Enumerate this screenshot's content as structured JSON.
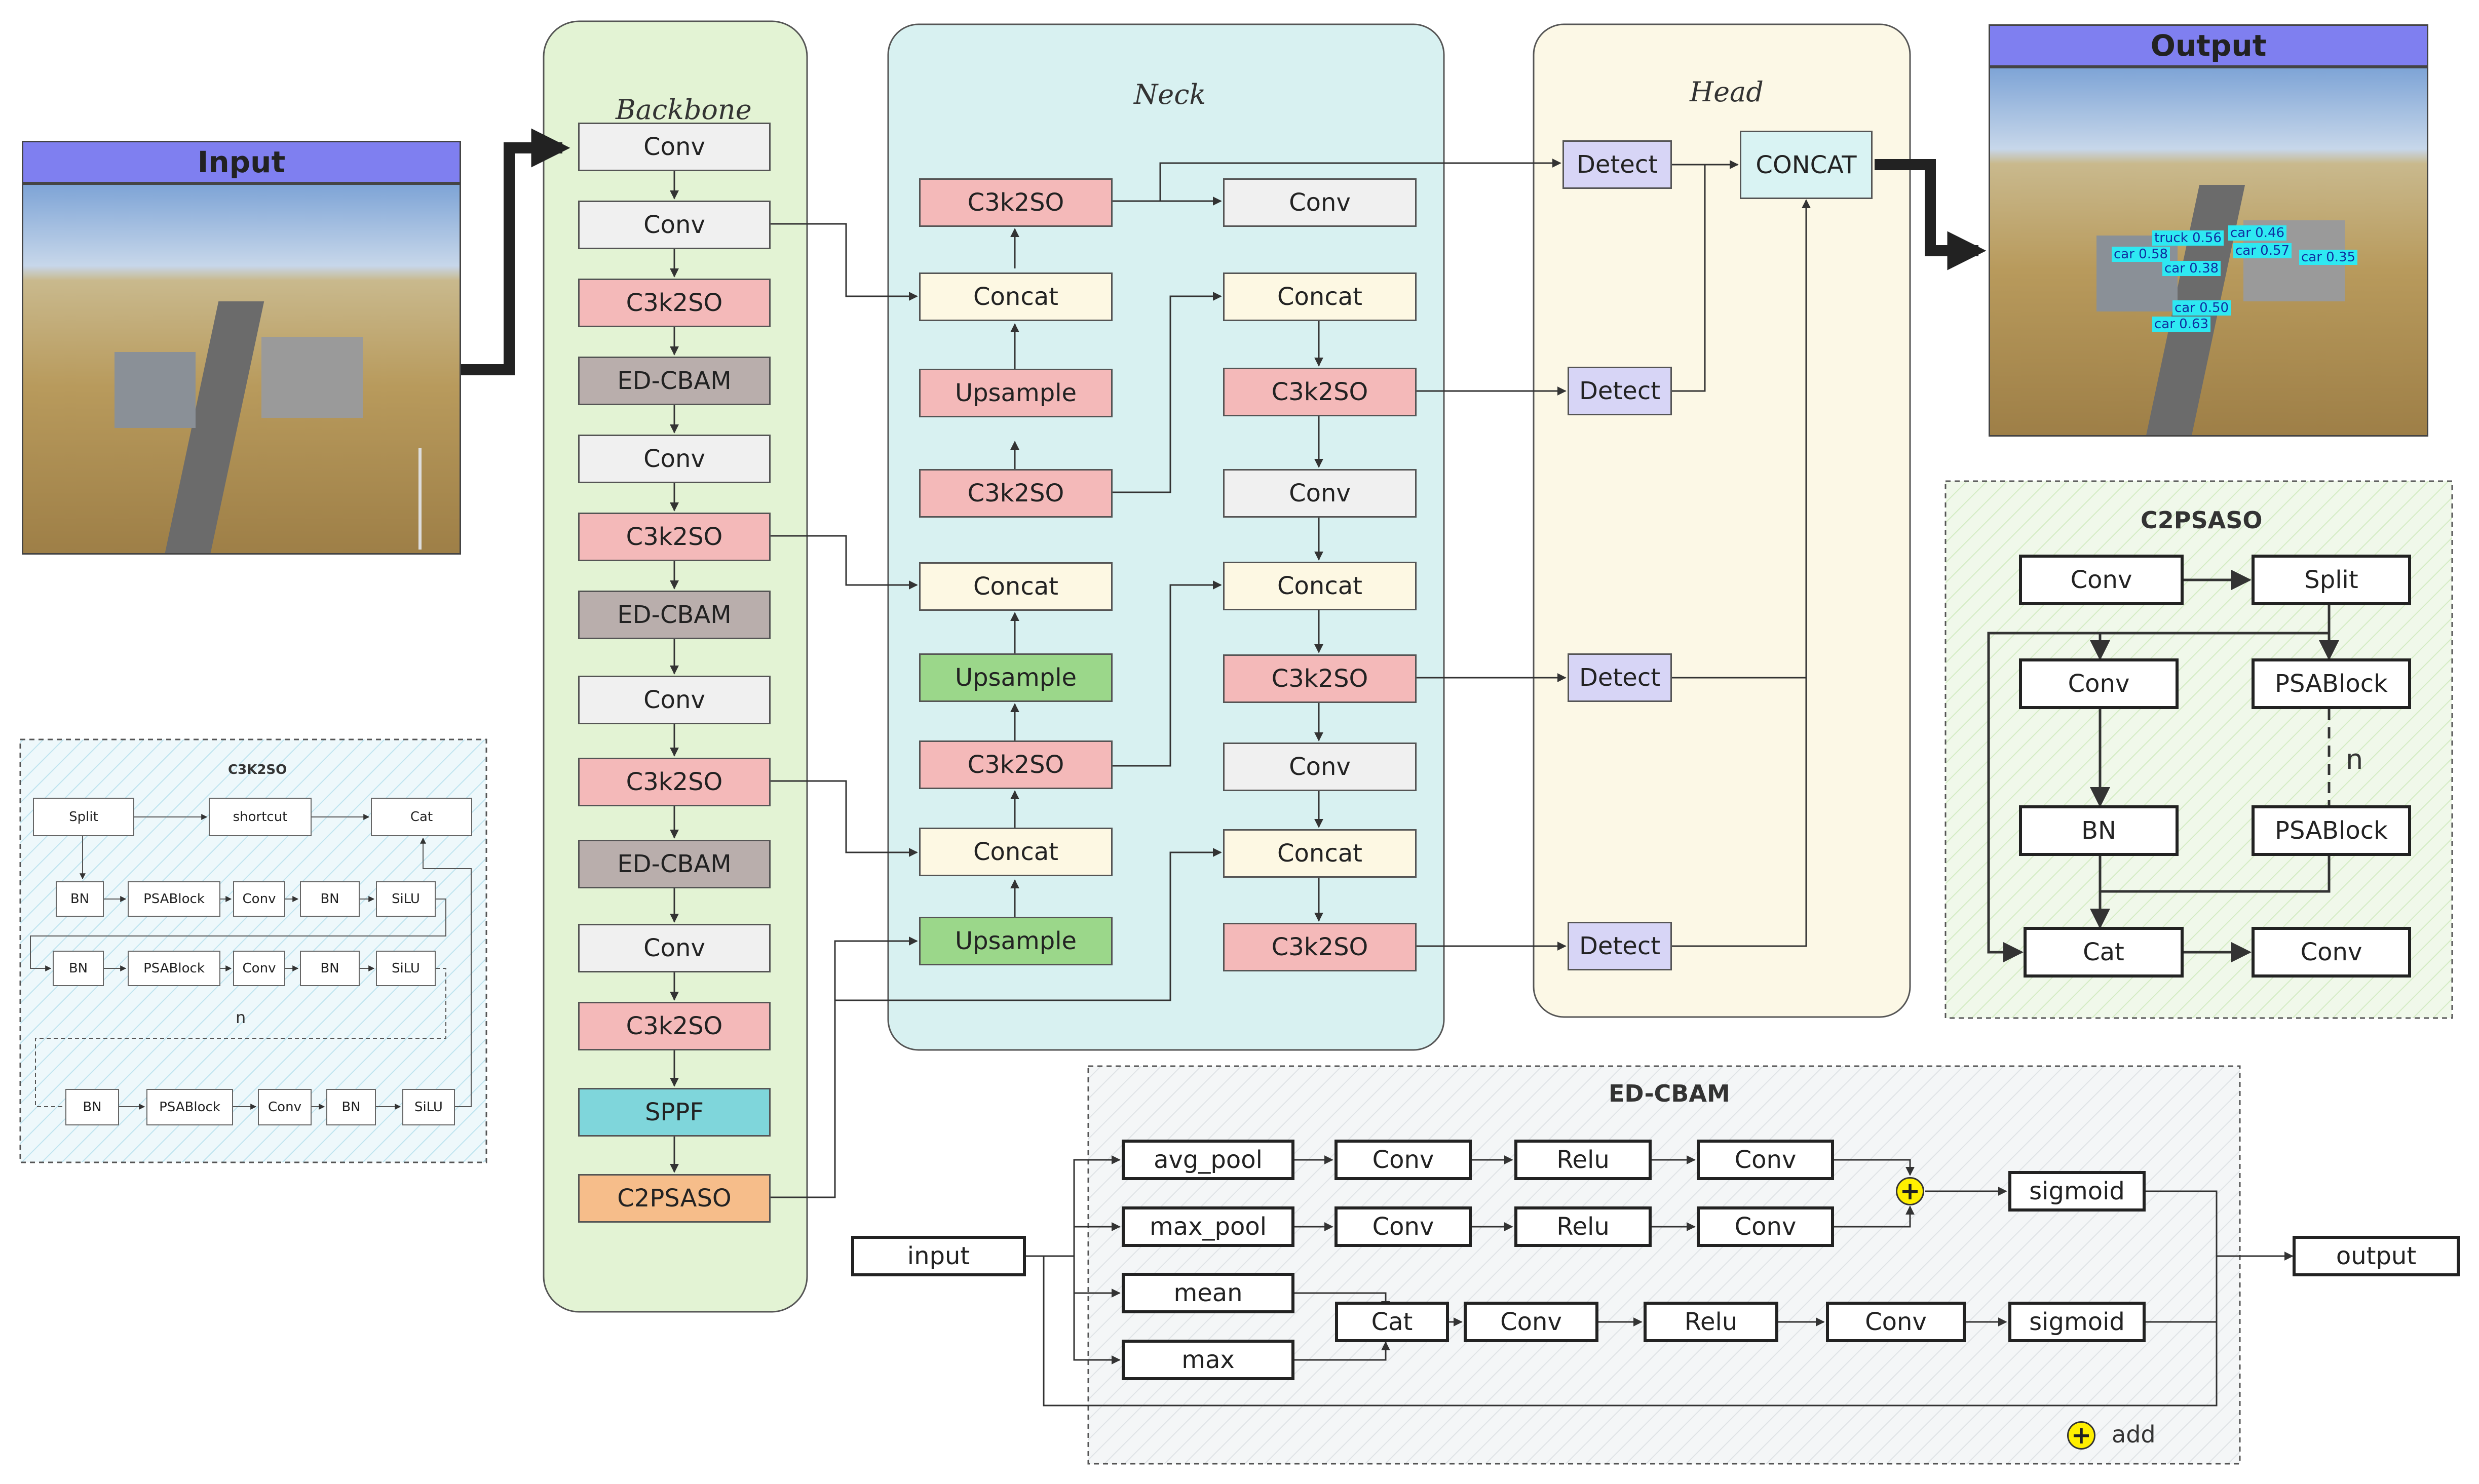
{
  "panels": {
    "backbone": "Backbone",
    "neck": "Neck",
    "head": "Head"
  },
  "input": {
    "label": "Input"
  },
  "output": {
    "label": "Output"
  },
  "backbone": [
    "Conv",
    "Conv",
    "C3k2SO",
    "ED-CBAM",
    "Conv",
    "C3k2SO",
    "ED-CBAM",
    "Conv",
    "C3k2SO",
    "ED-CBAM",
    "Conv",
    "C3k2SO",
    "SPPF",
    "C2PSASO"
  ],
  "neck": {
    "left": [
      "C3k2SO",
      "Concat",
      "Upsample",
      "C3k2SO",
      "Concat",
      "Upsample",
      "C3k2SO",
      "Concat",
      "Upsample"
    ],
    "right": [
      "Conv",
      "Concat",
      "C3k2SO",
      "Conv",
      "Concat",
      "C3k2SO",
      "Conv",
      "Concat",
      "C3k2SO"
    ]
  },
  "head": {
    "detect": [
      "Detect",
      "Detect",
      "Detect",
      "Detect"
    ],
    "concat": "CONCAT"
  },
  "detections": [
    "truck 0.56",
    "car 0.46",
    "car 0.58",
    "car 0.57",
    "car 0.35",
    "car 0.38",
    "car 0.50",
    "car 0.63"
  ],
  "c3k2so": {
    "title": "C3K2SO",
    "split": "Split",
    "shortcut": "shortcut",
    "cat": "Cat",
    "row": [
      "BN",
      "PSABlock",
      "Conv",
      "BN",
      "SiLU"
    ],
    "n": "n"
  },
  "c2psaso": {
    "title": "C2PSASO",
    "conv1": "Conv",
    "split": "Split",
    "conv2": "Conv",
    "psa1": "PSABlock",
    "n": "n",
    "bn": "BN",
    "psa2": "PSABlock",
    "cat": "Cat",
    "conv3": "Conv"
  },
  "edcbam": {
    "title": "ED-CBAM",
    "input": "input",
    "output": "output",
    "row1": [
      "avg_pool",
      "Conv",
      "Relu",
      "Conv"
    ],
    "row2": [
      "max_pool",
      "Conv",
      "Relu",
      "Conv"
    ],
    "mean": "mean",
    "max": "max",
    "row3": [
      "Cat",
      "Conv",
      "Relu",
      "Conv"
    ],
    "sigmoid1": "sigmoid",
    "sigmoid2": "sigmoid",
    "add_symbol": "+",
    "add_label": "add"
  },
  "colors": {
    "backbone_panel": "#e3f3d4",
    "neck_panel": "#d8f1f1",
    "head_panel": "#fcf8e6",
    "header_bar": "#7f7ff0",
    "conv": "#f0f0f0",
    "c3k2so": "#f4b9b9",
    "edcbam": "#b9aeac",
    "concat": "#fdf8e3",
    "upsample_green": "#9bd78a",
    "sppf": "#7fd6db",
    "c2psaso": "#f6bd8a",
    "detect": "#d7d5f6",
    "add": "#ffef00"
  }
}
